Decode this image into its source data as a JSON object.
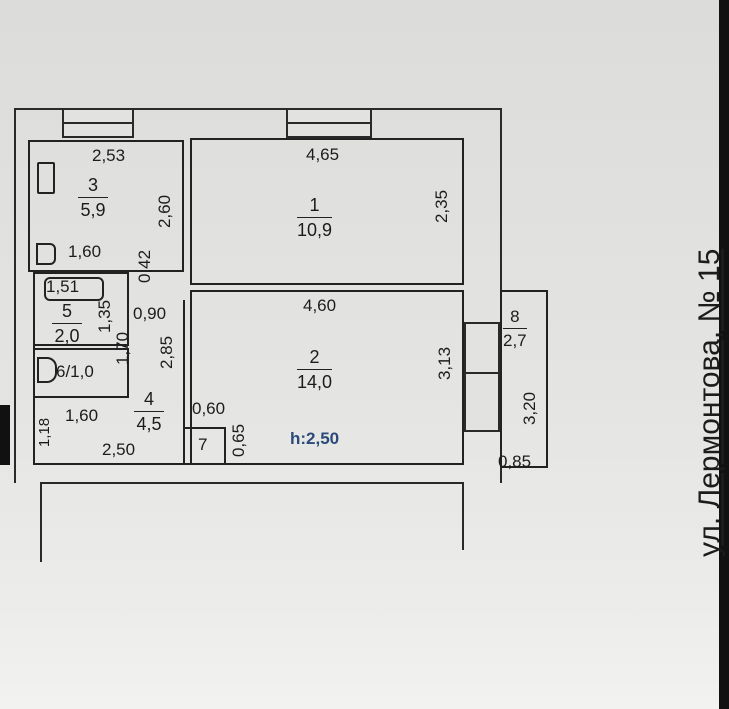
{
  "street_label": "ул. Лермонтова, № 15",
  "ceiling_height": "h:2,50",
  "rooms": [
    {
      "number": "1",
      "area": "10,9",
      "dims": [
        "4,65",
        "2,35"
      ]
    },
    {
      "number": "2",
      "area": "14,0",
      "dims": [
        "4,60",
        "3,13"
      ]
    },
    {
      "number": "3",
      "area": "5,9",
      "dims": [
        "2,53",
        "2,60",
        "1,60",
        "0,42"
      ]
    },
    {
      "number": "4",
      "area": "4,5",
      "dims": [
        "0,90",
        "1,70",
        "2,85",
        "1,60",
        "2,50",
        "1,18",
        "0,60"
      ]
    },
    {
      "number": "5",
      "area": "2,0",
      "dims": [
        "1,51",
        "1,35"
      ]
    },
    {
      "number": "6",
      "area": "1,0",
      "label": "6/1,0"
    },
    {
      "number": "7",
      "dims": [
        "0,65"
      ]
    },
    {
      "number": "8",
      "area": "2,7",
      "dims": [
        "3,20",
        "0,85"
      ]
    }
  ]
}
